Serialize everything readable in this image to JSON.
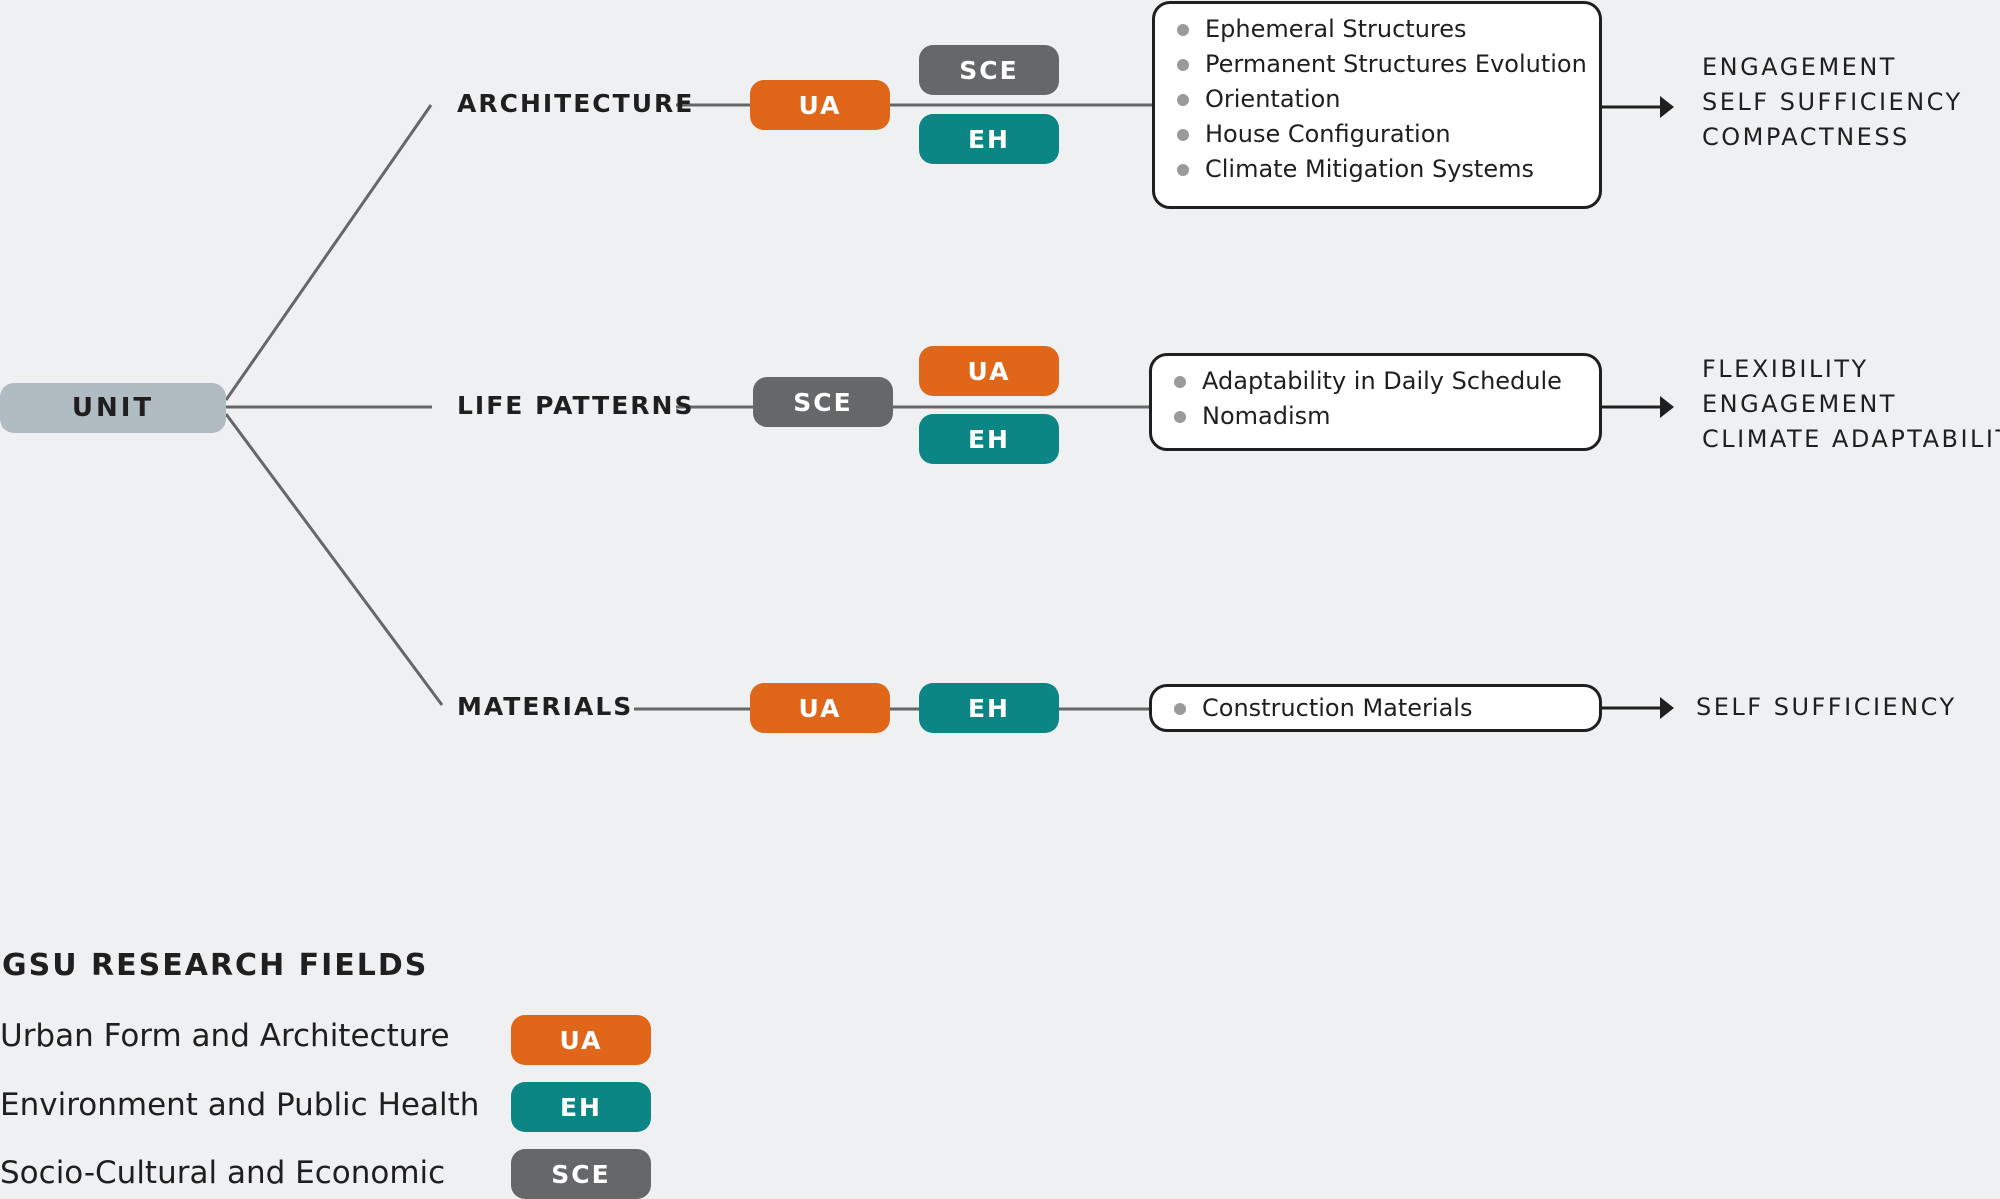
{
  "root": {
    "label": "UNIT"
  },
  "branches": [
    {
      "label": "ARCHITECTURE",
      "fields": [
        "UA",
        "SCE",
        "EH"
      ],
      "items": [
        "Ephemeral Structures",
        "Permanent Structures Evolution",
        "Orientation",
        "House Configuration",
        "Climate Mitigation Systems"
      ],
      "outcomes": [
        "ENGAGEMENT",
        "SELF SUFFICIENCY",
        "COMPACTNESS"
      ]
    },
    {
      "label": "LIFE PATTERNS",
      "fields": [
        "SCE",
        "UA",
        "EH"
      ],
      "items": [
        "Adaptability in Daily Schedule",
        "Nomadism"
      ],
      "outcomes": [
        "FLEXIBILITY",
        "ENGAGEMENT",
        "CLIMATE ADAPTABILITY"
      ]
    },
    {
      "label": "MATERIALS",
      "fields": [
        "UA",
        "EH"
      ],
      "items": [
        "Construction Materials"
      ],
      "outcomes": [
        "SELF SUFFICIENCY"
      ]
    }
  ],
  "legend": {
    "title": "GSU RESEARCH FIELDS",
    "entries": [
      {
        "label": "Urban Form and Architecture",
        "code": "UA",
        "color": "#e0661a"
      },
      {
        "label": "Environment and Public Health",
        "code": "EH",
        "color": "#0b8685"
      },
      {
        "label": "Socio-Cultural and Economic",
        "code": "SCE",
        "color": "#656769"
      }
    ]
  },
  "colors": {
    "ua": "#e0661a",
    "eh": "#0b8685",
    "sce": "#656769",
    "root": "#b0bbc2",
    "background": "#eff0f2"
  }
}
